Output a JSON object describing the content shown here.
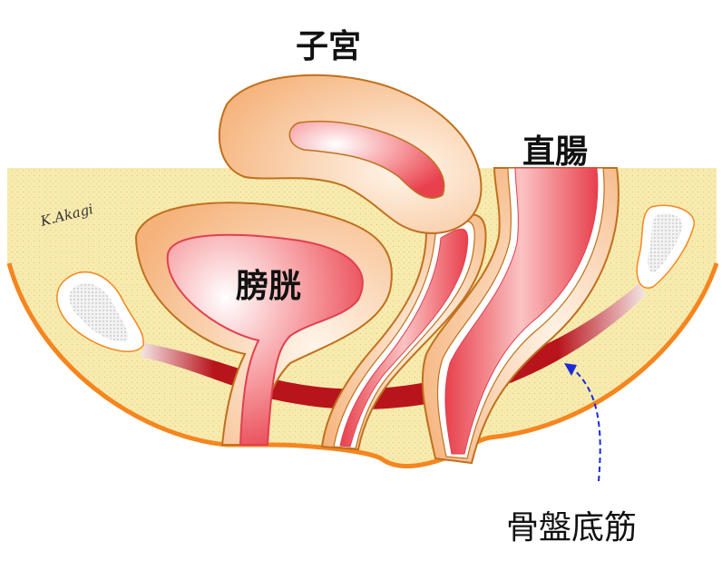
{
  "labels": {
    "uterus": "子宮",
    "rectum": "直腸",
    "bladder": "膀胱",
    "pelvic_floor": "骨盤底筋"
  },
  "signature": "K.Akagi",
  "colors": {
    "background_fill": "#f8ebb0",
    "outline": "#f5861f",
    "organ_outer": "#f7c08e",
    "organ_inner": "#ee5a66",
    "muscle": "#b8141c",
    "arrow": "#1a2bd6"
  }
}
